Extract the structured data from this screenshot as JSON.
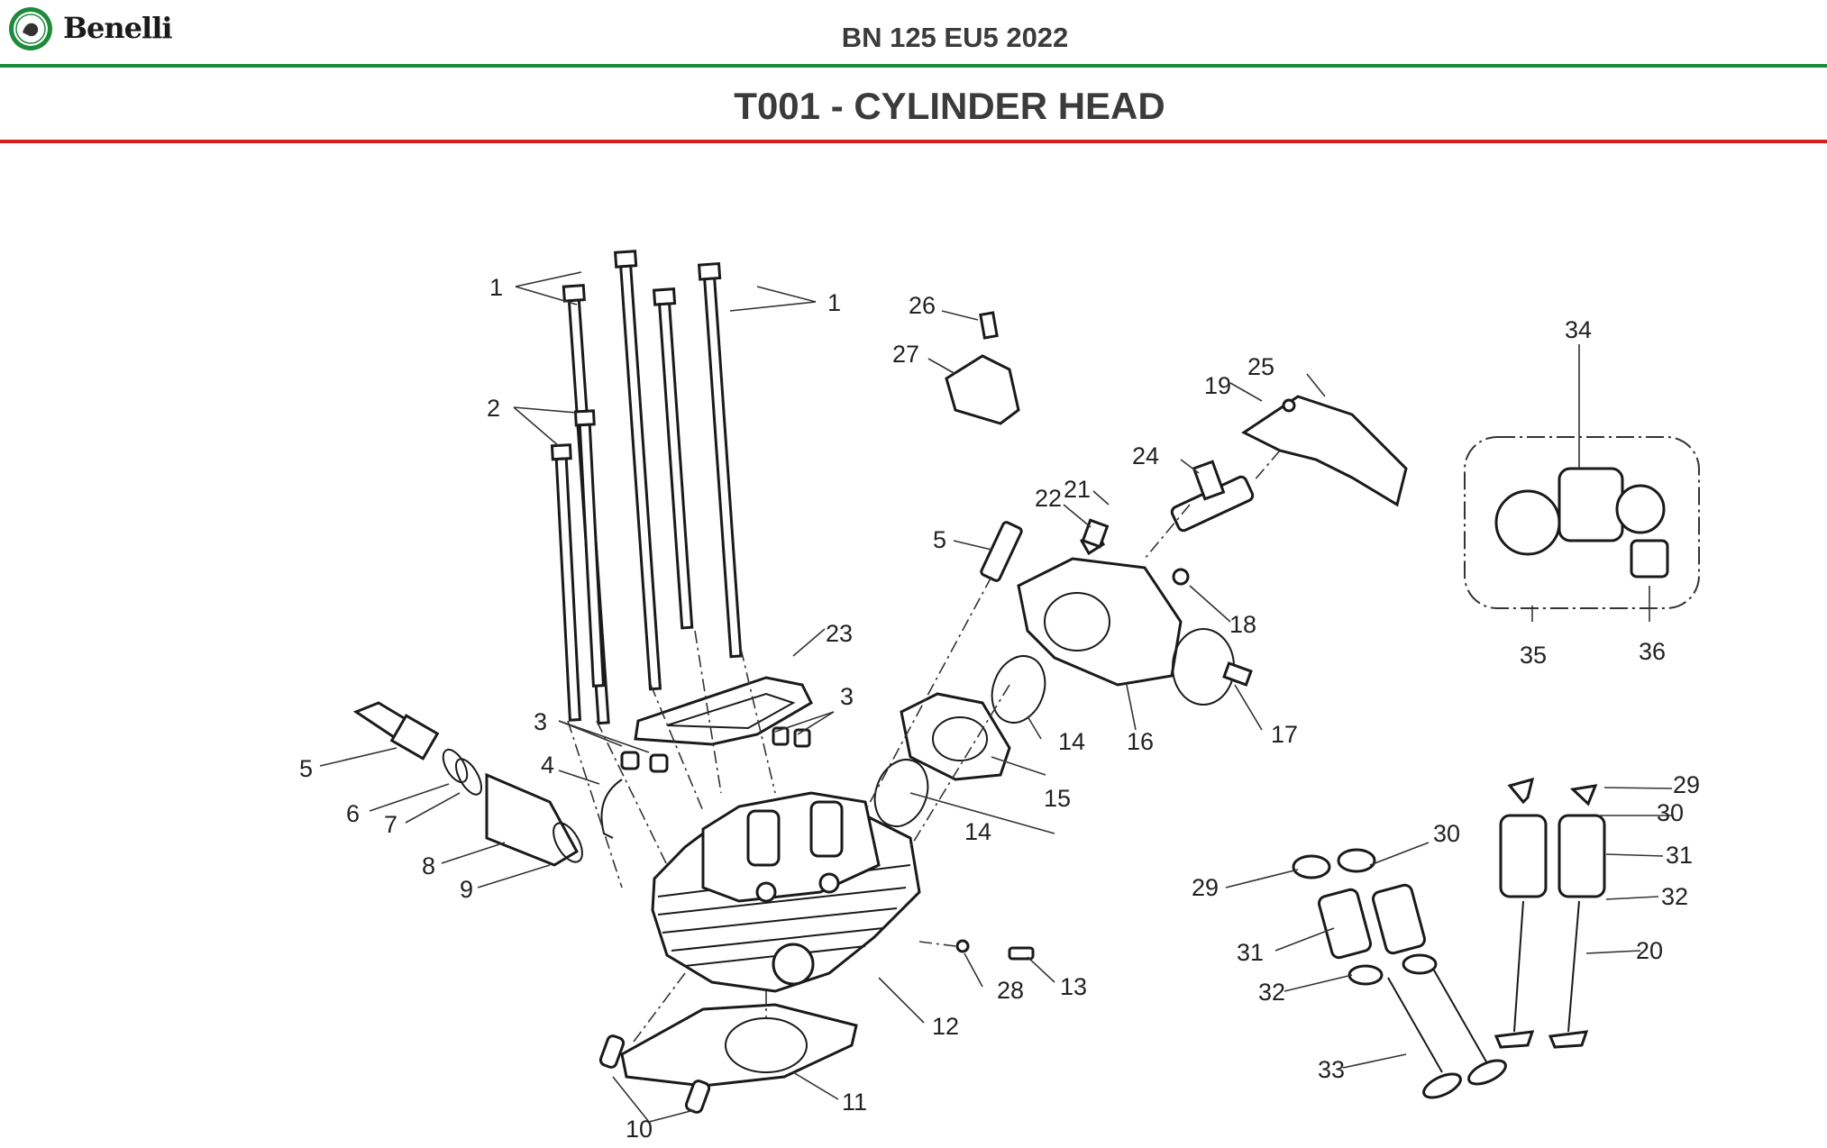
{
  "brand": {
    "name": "Benelli"
  },
  "header": {
    "model": "BN 125 EU5 2022",
    "title": "T001 - CYLINDER HEAD"
  },
  "colors": {
    "green_rule": "#1a8a3a",
    "red_rule": "#d62020"
  },
  "callouts": {
    "c1a": "1",
    "c1b": "1",
    "c2": "2",
    "c3a": "3",
    "c3b": "3",
    "c4": "4",
    "c5a": "5",
    "c5b": "5",
    "c6": "6",
    "c7": "7",
    "c8": "8",
    "c9": "9",
    "c10": "10",
    "c11": "11",
    "c12": "12",
    "c13": "13",
    "c14a": "14",
    "c14b": "14",
    "c15": "15",
    "c16": "16",
    "c17": "17",
    "c18": "18",
    "c19": "19",
    "c20": "20",
    "c21": "21",
    "c22": "22",
    "c23": "23",
    "c24": "24",
    "c25": "25",
    "c26": "26",
    "c27": "27",
    "c28": "28",
    "c29a": "29",
    "c29b": "29",
    "c30a": "30",
    "c30b": "30",
    "c31a": "31",
    "c31b": "31",
    "c32a": "32",
    "c32b": "32",
    "c33": "33",
    "c34": "34",
    "c35": "35",
    "c36": "36"
  }
}
